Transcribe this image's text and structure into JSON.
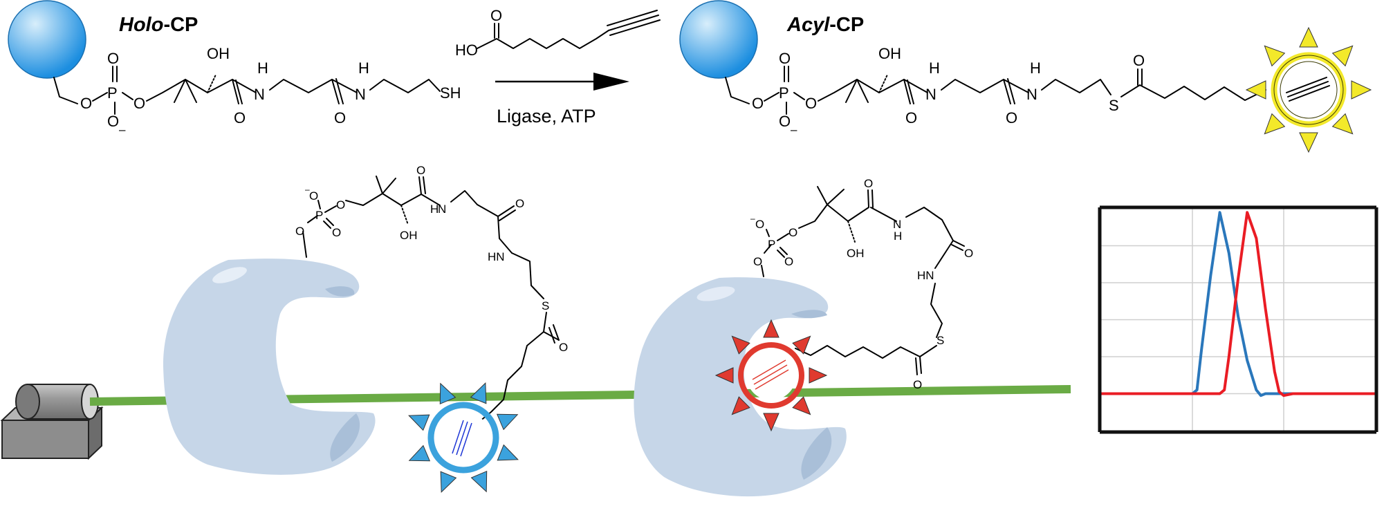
{
  "top": {
    "left_title_italic": "Holo",
    "left_title_rest": "-CP",
    "right_title_italic": "Acyl",
    "right_title_rest": "-CP",
    "reagent_ho": "HO",
    "reagent_o": "O",
    "conditions": "Ligase, ATP"
  },
  "atoms": {
    "o": "O",
    "p": "P",
    "oh": "OH",
    "h": "H",
    "n": "N",
    "sh": "SH",
    "s": "S",
    "hn": "HN",
    "minus": "–"
  },
  "colors": {
    "bead_light": "#d8eefb",
    "bead_dark": "#1c8ee0",
    "protein": "#c6d6e8",
    "protein_shadow": "#a9bfd8",
    "fiber": "#6aab45",
    "probe_blue": "#3ba2dd",
    "probe_red": "#e03a2f",
    "probe_yellow": "#f3e92a",
    "chart_blue": "#2a77bb",
    "chart_red": "#ea1c24"
  },
  "chart_data": {
    "type": "line",
    "xlim": [
      0,
      3
    ],
    "ylim": [
      0,
      6
    ],
    "grid": true,
    "series": [
      {
        "x": [
          0,
          0.9,
          1.0,
          1.05,
          1.1,
          1.2,
          1.3,
          1.4,
          1.5,
          1.6,
          1.7,
          1.75,
          1.8,
          1.9,
          3
        ],
        "y": [
          1,
          1,
          1,
          1.1,
          2.2,
          4.2,
          5.9,
          4.8,
          3.1,
          1.9,
          1.1,
          0.95,
          1,
          1,
          1
        ]
      },
      {
        "x": [
          0,
          1.15,
          1.3,
          1.35,
          1.4,
          1.5,
          1.6,
          1.7,
          1.8,
          1.9,
          1.95,
          2.0,
          2.1,
          3
        ],
        "y": [
          1,
          1,
          1,
          1.1,
          2.0,
          4.1,
          5.9,
          5.2,
          3.3,
          1.6,
          1.05,
          0.95,
          1,
          1
        ]
      }
    ]
  }
}
